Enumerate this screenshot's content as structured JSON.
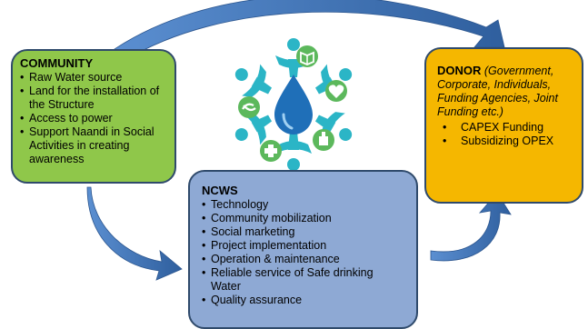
{
  "community": {
    "title": "COMMUNITY",
    "items": [
      "Raw Water source",
      "Land for the installation of the Structure",
      "Access to power",
      "Support Naandi in Social Activities in creating awareness"
    ]
  },
  "donor": {
    "title": "DONOR",
    "subtitle": "(Government, Corporate, Individuals, Funding Agencies, Joint Funding etc.)",
    "items": [
      "CAPEX Funding",
      "Subsidizing OPEX"
    ]
  },
  "ncws": {
    "title": "NCWS",
    "items": [
      "Technology",
      "Community mobilization",
      "Social marketing",
      "Project implementation",
      "Operation & maintenance",
      "Reliable service of Safe drinking Water",
      "Quality assurance"
    ]
  },
  "colors": {
    "community": "#8fc74a",
    "donor": "#f5b700",
    "ncws": "#8ea9d4",
    "arrow": "#3d6fb3",
    "logo_teal": "#2bb5c6",
    "logo_green": "#5cb85c",
    "water_drop": "#1f6fb8"
  },
  "icons": [
    "book-icon",
    "heart-icon",
    "hands-icon",
    "plus-icon",
    "building-icon",
    "water-drop-icon"
  ]
}
